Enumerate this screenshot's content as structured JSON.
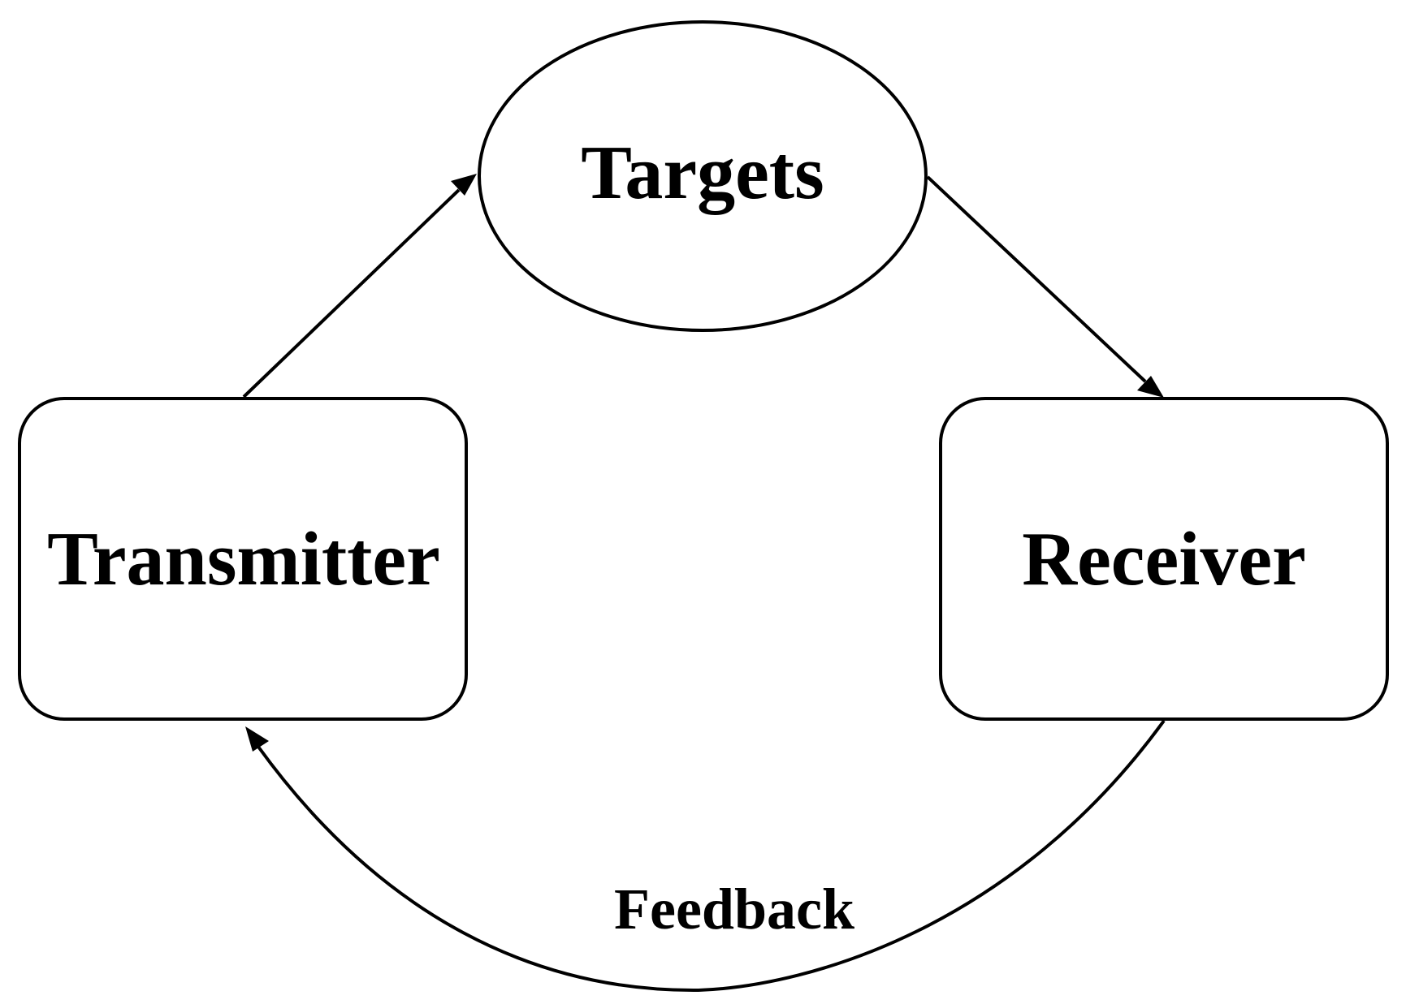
{
  "nodes": {
    "targets": {
      "label": "Targets",
      "shape": "ellipse"
    },
    "transmitter": {
      "label": "Transmitter",
      "shape": "rounded-rectangle"
    },
    "receiver": {
      "label": "Receiver",
      "shape": "rounded-rectangle"
    }
  },
  "edges": [
    {
      "from": "transmitter",
      "to": "targets",
      "label": ""
    },
    {
      "from": "targets",
      "to": "receiver",
      "label": ""
    },
    {
      "from": "receiver",
      "to": "transmitter",
      "label": "Feedback"
    }
  ],
  "colors": {
    "stroke": "#000000",
    "background": "#ffffff"
  }
}
